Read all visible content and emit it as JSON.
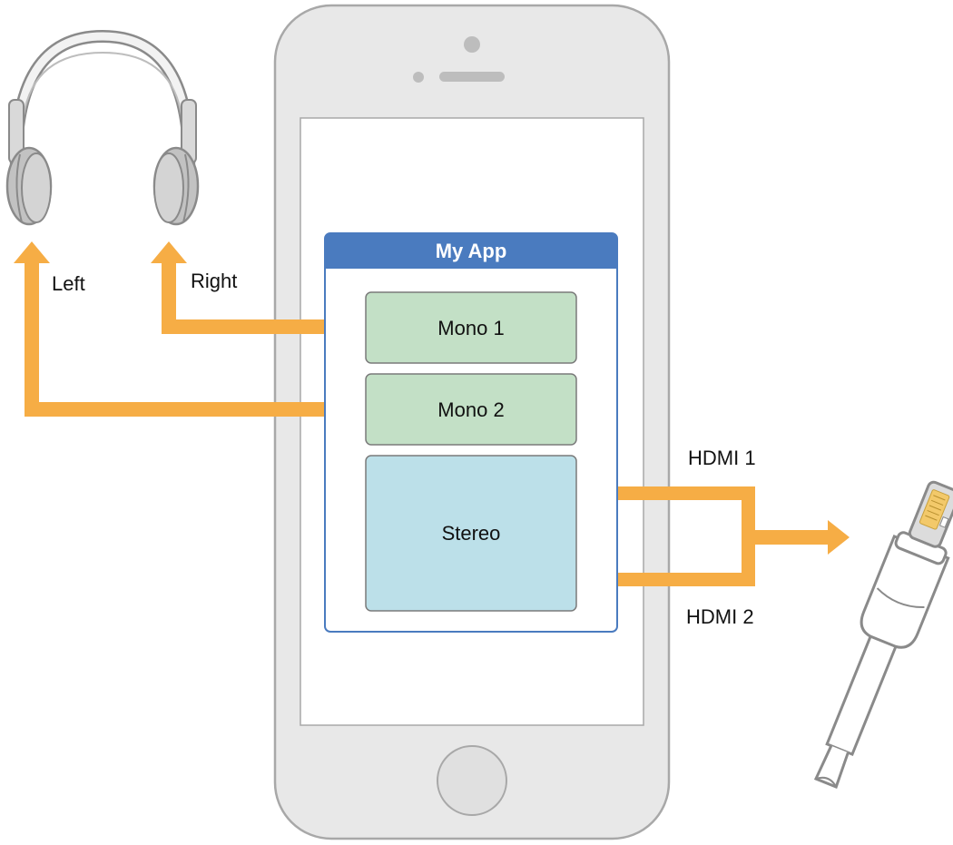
{
  "app": {
    "title": "My App"
  },
  "channels": {
    "mono1": "Mono 1",
    "mono2": "Mono 2",
    "stereo": "Stereo"
  },
  "labels": {
    "left": "Left",
    "right": "Right",
    "hdmi1": "HDMI 1",
    "hdmi2": "HDMI 2"
  },
  "icons": {
    "headphones": "headphones-icon",
    "lightning_connector": "lightning-connector-icon"
  },
  "colors": {
    "route_arrow": "#F6AD45",
    "app_header": "#4A7BBF",
    "mono_box": "#C3E0C6",
    "stereo_box": "#BCE0E9",
    "device_body": "#E8E8E8"
  }
}
